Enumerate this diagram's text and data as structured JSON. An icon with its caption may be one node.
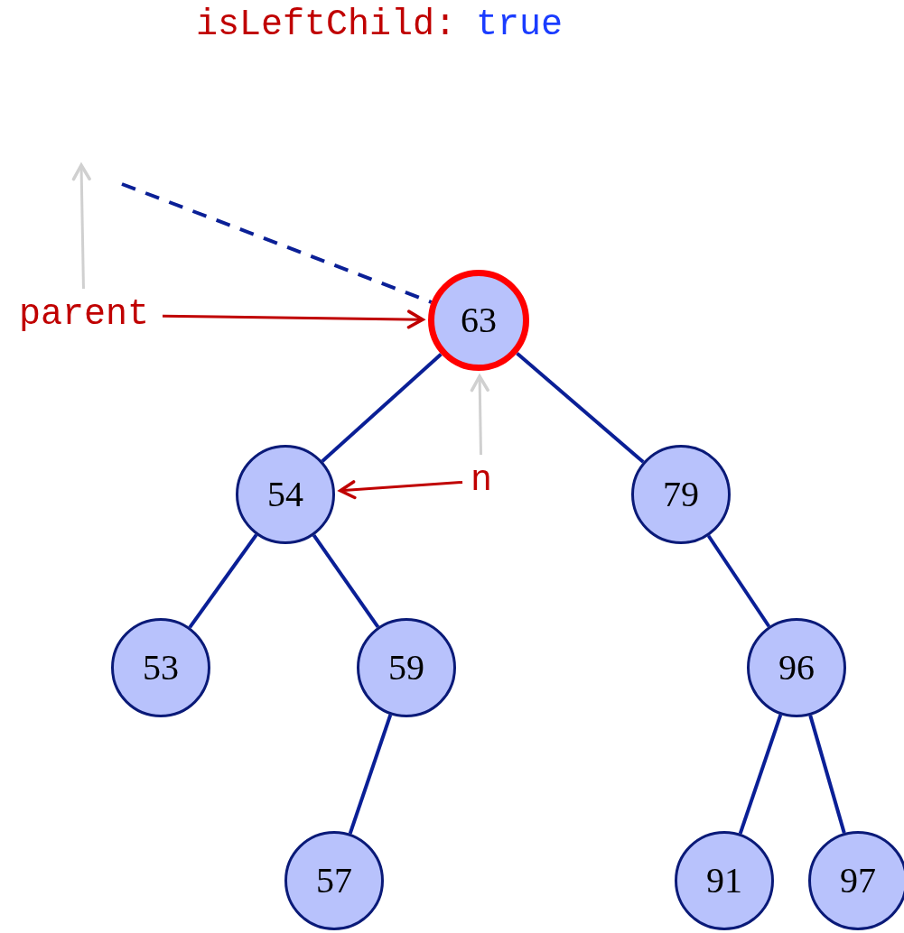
{
  "diagram": {
    "nodes": [
      {
        "text": [
          "63"
        ]
      },
      {
        "text": [
          "54"
        ]
      },
      {
        "text": [
          "79"
        ]
      },
      {
        "text": [
          "53"
        ]
      },
      {
        "text": [
          "59"
        ]
      },
      {
        "text": [
          "96"
        ]
      },
      {
        "text": [
          "57"
        ]
      },
      {
        "text": [
          "91"
        ]
      },
      {
        "text": [
          "97"
        ]
      },
      {
        "text": [
          "parent"
        ]
      },
      {
        "text": [
          "n"
        ]
      }
    ],
    "edges": [
      {
        "from": 0,
        "to": 1,
        "arrow": "none"
      },
      {
        "from": 0,
        "to": 2,
        "arrow": "none"
      },
      {
        "from": 1,
        "to": 3,
        "arrow": "none"
      },
      {
        "from": 1,
        "to": 4,
        "arrow": "none"
      },
      {
        "from": 4,
        "to": 6,
        "arrow": "none"
      },
      {
        "from": 2,
        "to": 5,
        "arrow": "none"
      },
      {
        "from": 5,
        "to": 7,
        "arrow": "none"
      },
      {
        "from": 5,
        "to": 8,
        "arrow": "none"
      },
      {
        "from": null,
        "to": 0,
        "arrow": "none",
        "style": "dashed"
      },
      {
        "from": 9,
        "to": null,
        "arrow": "to",
        "color": "#d0d0d0"
      },
      {
        "from": 9,
        "to": 0,
        "arrow": "to",
        "color": "#c00000"
      },
      {
        "from": 10,
        "to": 0,
        "arrow": "to",
        "color": "#d0d0d0"
      },
      {
        "from": 10,
        "to": 1,
        "arrow": "to",
        "color": "#c00000"
      }
    ],
    "labels": [
      "isLeftChild:",
      "true"
    ]
  }
}
